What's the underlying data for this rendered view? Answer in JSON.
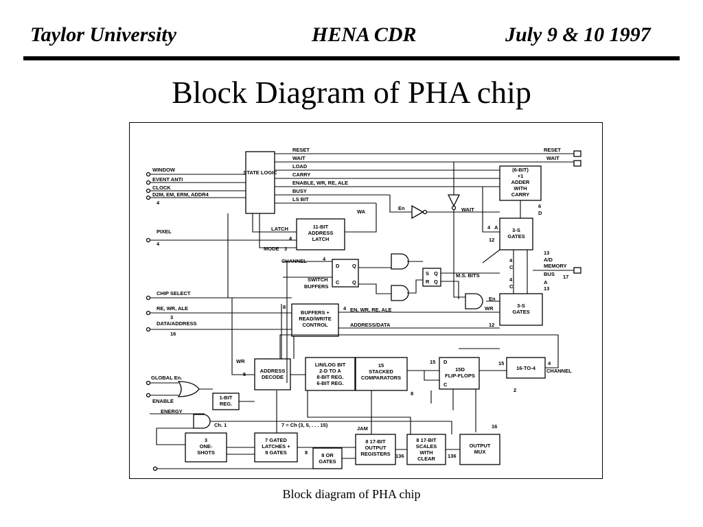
{
  "header": {
    "left": "Taylor University",
    "center": "HENA CDR",
    "right": "July 9 & 10 1997"
  },
  "title": "Block Diagram of PHA chip",
  "caption": "Block diagram of PHA chip",
  "diagram": {
    "blocks": {
      "state_logic": "STATE LOGIC",
      "adder": [
        "(6-BIT)",
        "+1",
        "ADDER",
        "WITH",
        "CARRY"
      ],
      "gates_top": [
        "3-S",
        "GATES"
      ],
      "gates_bottom": [
        "3-S",
        "GATES"
      ],
      "addr_latch": [
        "11-BIT",
        "ADDRESS",
        "LATCH"
      ],
      "buffers": [
        "BUFFERS +",
        "READ/WRITE",
        "CONTROL"
      ],
      "addr_decode": [
        "ADDRESS",
        "DECODE"
      ],
      "linlog": [
        "LIN/LOG BIT",
        "2-D TO A",
        "8-BIT REG.",
        "6-BIT REG."
      ],
      "comparators": [
        "15",
        "STACKED",
        "COMPARATORS"
      ],
      "flipflops": [
        "15D",
        "FLIP-FLOPS"
      ],
      "mux16": "16-TO-4",
      "reg1bit": [
        "1-BIT",
        "REG."
      ],
      "oneshots": [
        "3",
        "ONE-",
        "SHOTS"
      ],
      "latches7": [
        "7 GATED",
        "LATCHES +",
        "8 GATES"
      ],
      "orgates": [
        "8 OR",
        "GATES"
      ],
      "outregs": [
        "8 17-BIT",
        "OUTPUT",
        "REGISTERS"
      ],
      "scales": [
        "8 17-BIT",
        "SCALES",
        "WITH",
        "CLEAR"
      ],
      "outmux": [
        "OUTPUT",
        "MUX"
      ]
    },
    "labels": {
      "window": "WINDOW",
      "event_anti": "EVENT ANTI",
      "clock": "CLOCK",
      "d2m": "D2M, EM, ERM, ADDR4",
      "pixel": "PIXEL",
      "chip_select": "CHIP SELECT",
      "re_wr_ale": "RE, WR, ALE",
      "data_address": "DATA/ADDRESS",
      "global_en": "GLOBAL En.",
      "enable": "ENABLE",
      "energy": "ENERGY",
      "reset": "RESET",
      "wait": "WAIT",
      "load": "LOAD",
      "carry": "CARRY",
      "enable_wr": "ENABLE, WR, RE, ALE",
      "busy": "BUSY",
      "ls_bit": "LS BIT",
      "reset_out": "RESET",
      "wait_out": "WAIT",
      "wa": "WA",
      "en": "En",
      "wait_inv": "WAIT",
      "latch": "LATCH",
      "mode": "MODE",
      "channel": "CHANNEL",
      "switch_buffers": [
        "SWITCH",
        "BUFFERS"
      ],
      "ms_bits": "M.S. BITS",
      "ad_memory_bus": [
        "A/D",
        "MEMORY",
        "BUS"
      ],
      "en_wr_re_ale": "EN, WR, RE, ALE",
      "address_data": "ADDRESS/DATA",
      "wr": "WR",
      "wr2": "WR",
      "en2": "En",
      "channel_out": "CHANNEL",
      "jam": "JAM",
      "ch1": "Ch. 1",
      "ch_list": "7 = Ch (3, 5, . . . 15)"
    },
    "numbers": {
      "n4a": "4",
      "n4b": "4",
      "n4c": "4",
      "n4d": "4",
      "n4e": "4",
      "n4f": "4",
      "n3": "3",
      "n6": "6",
      "n8": "8",
      "n8b": "8",
      "n8c": "8",
      "n12a": "12",
      "n12b": "12",
      "n13a": "13",
      "n13b": "13",
      "n16": "16",
      "n15a": "15",
      "n15b": "15",
      "n15c": "15",
      "n17": "17",
      "n136a": "136",
      "n136b": "136",
      "n5": "5",
      "n3b": "3",
      "nA": "A",
      "nA2": "A",
      "nD": "D",
      "nC": "C",
      "nC2": "C",
      "nD2": "D",
      "nC3": "C",
      "nDq": "D",
      "nQ": "Q",
      "nCq": "C",
      "nQb": "Q",
      "nS": "S",
      "nR": "R",
      "nQ2": "Q",
      "nQ3": "Q",
      "nA3": "A",
      "n2": "2"
    }
  }
}
